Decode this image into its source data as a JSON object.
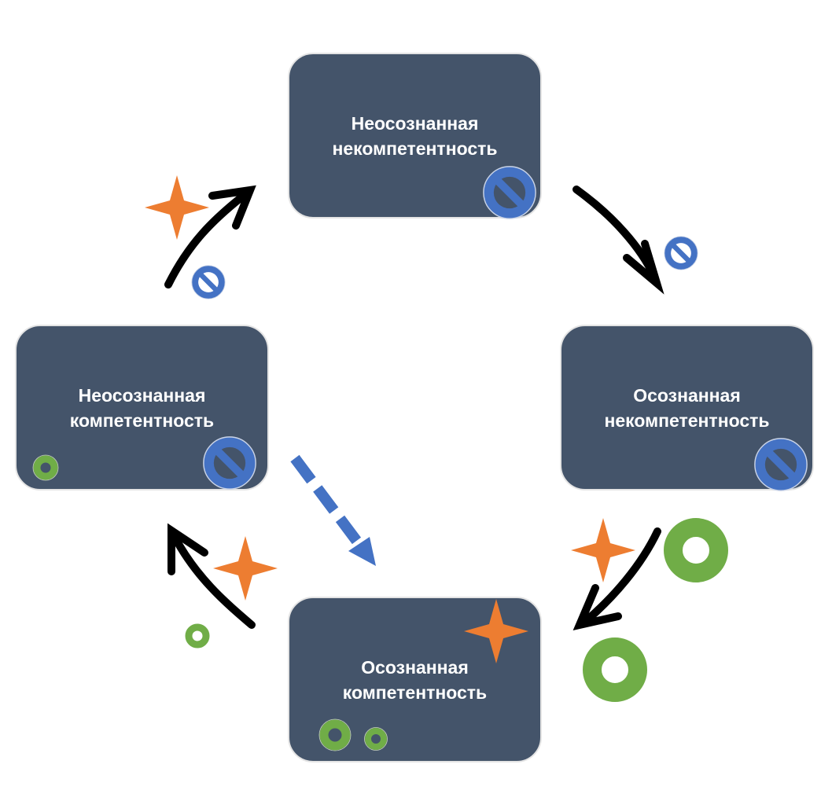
{
  "diagram": {
    "title": "Competence cycle",
    "colors": {
      "box_fill": "#44546a",
      "box_border": "#e4e4e4",
      "text": "#ffffff",
      "blocked": "#4472c4",
      "star": "#ed7d31",
      "ring": "#70ad47",
      "arrow": "#000000",
      "dashed_arrow": "#4472c4"
    },
    "stages": [
      {
        "id": "top",
        "line1": "Неосознанная",
        "line2": "некомпетентность",
        "icons": [
          "blocked-icon"
        ]
      },
      {
        "id": "right",
        "line1": "Осознанная",
        "line2": "некомпетентность",
        "icons": [
          "blocked-icon"
        ]
      },
      {
        "id": "bottom",
        "line1": "Осознанная",
        "line2": "компетентность",
        "icons": [
          "star-icon",
          "ring-icon",
          "ring-icon"
        ]
      },
      {
        "id": "left",
        "line1": "Неосознанная",
        "line2": "компетентность",
        "icons": [
          "ring-icon",
          "blocked-icon"
        ]
      }
    ],
    "transitions": [
      {
        "from": "top",
        "to": "right",
        "style": "solid",
        "icons": [
          "blocked-icon"
        ]
      },
      {
        "from": "right",
        "to": "bottom",
        "style": "solid",
        "icons": [
          "star-icon",
          "ring-icon",
          "ring-icon"
        ]
      },
      {
        "from": "bottom",
        "to": "left",
        "style": "solid",
        "icons": [
          "star-icon",
          "ring-icon"
        ]
      },
      {
        "from": "left",
        "to": "top",
        "style": "solid",
        "icons": [
          "star-icon",
          "blocked-icon"
        ]
      },
      {
        "from": "left",
        "to": "bottom",
        "style": "dashed",
        "icons": []
      }
    ]
  }
}
